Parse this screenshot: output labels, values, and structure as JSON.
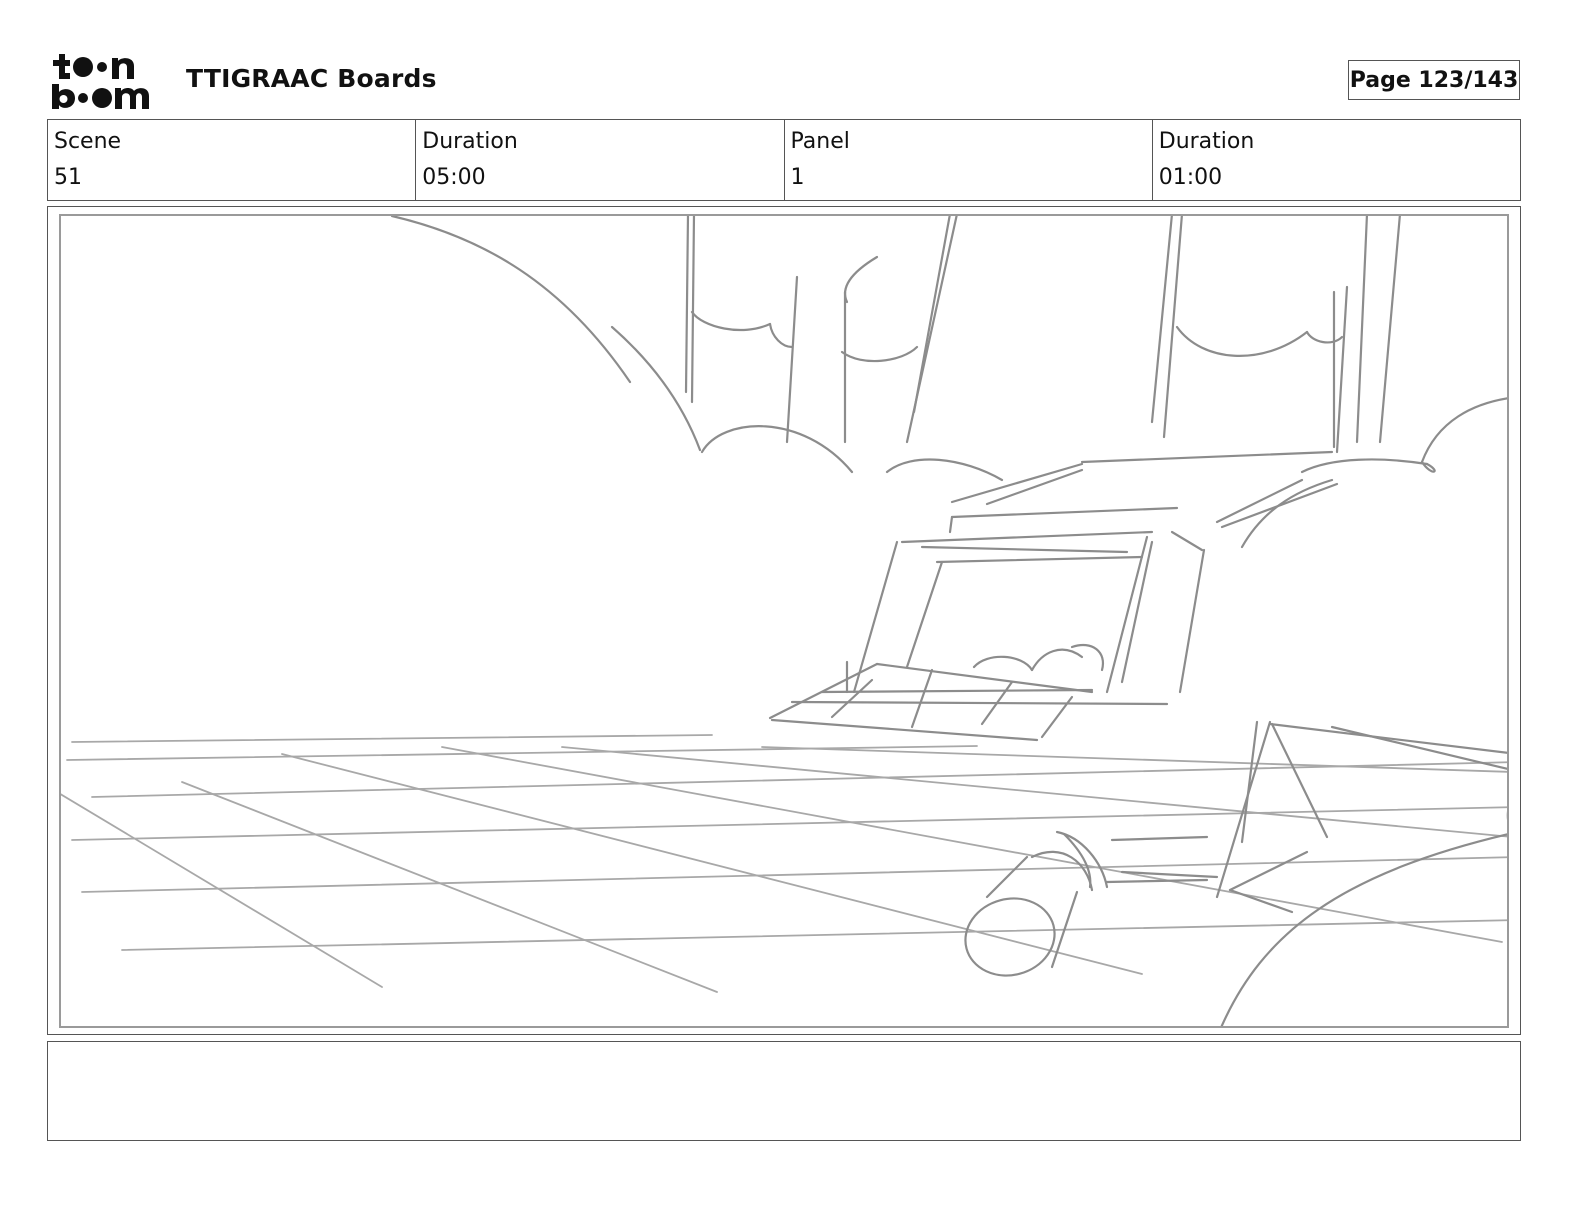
{
  "header": {
    "logo_text": "toonboom",
    "project_title": "TTIGRAAC Boards",
    "page_label": "Page 123/143"
  },
  "info": {
    "scene_label": "Scene",
    "scene_value": "51",
    "scene_duration_label": "Duration",
    "scene_duration_value": "05:00",
    "panel_label": "Panel",
    "panel_value": "1",
    "panel_duration_label": "Duration",
    "panel_duration_value": "01:00"
  },
  "panel": {
    "sketch_color": "#8c8c8c"
  },
  "notes": {
    "text": ""
  }
}
